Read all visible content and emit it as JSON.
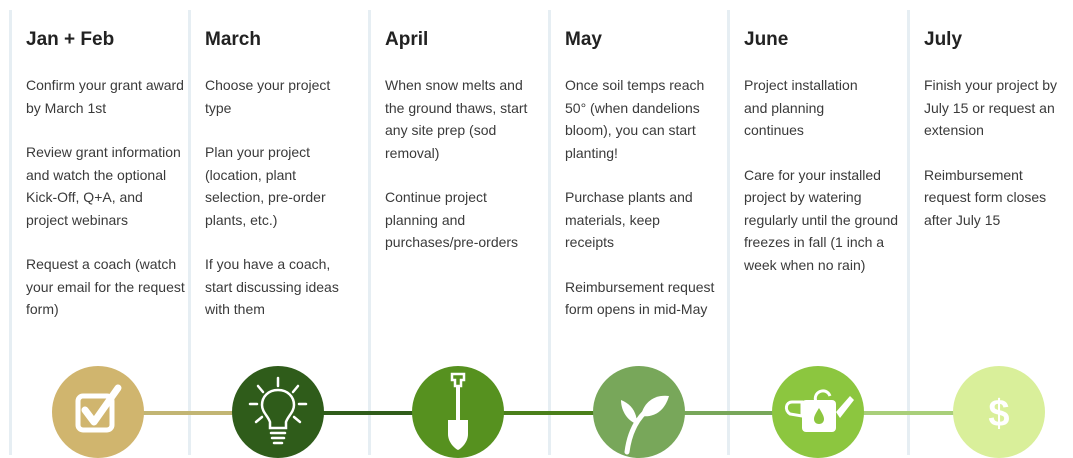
{
  "timeline": [
    {
      "month": "Jan + Feb",
      "paragraphs": [
        "Confirm your grant award by March 1st",
        "Review grant information and watch the optional Kick-Off, Q+A, and project webinars",
        "Request a coach (watch your email for the request form)"
      ],
      "icon": "checkbox-icon",
      "color": "#d0b56e"
    },
    {
      "month": "March",
      "paragraphs": [
        "Choose your project type",
        "Plan your project (location, plant selection, pre-order plants, etc.)",
        "If you have a coach, start discussing ideas with them"
      ],
      "icon": "lightbulb-icon",
      "color": "#2f5c1a"
    },
    {
      "month": "April",
      "paragraphs": [
        "When snow melts and the ground thaws, start any site prep (sod removal)",
        "Continue project planning and purchases/pre-orders"
      ],
      "icon": "shovel-icon",
      "color": "#56911f"
    },
    {
      "month": "May",
      "paragraphs": [
        "Once soil temps reach 50° (when dandelions bloom), you can start planting!",
        "Purchase plants and materials, keep receipts",
        "Reimbursement request form opens in mid-May"
      ],
      "icon": "sprout-icon",
      "color": "#78a75a"
    },
    {
      "month": "June",
      "paragraphs": [
        "Project installation and planning continues",
        "Care for your installed project by watering regularly until the ground freezes in fall (1 inch a week when no rain)"
      ],
      "icon": "watering-can-icon",
      "color": "#8cc63f"
    },
    {
      "month": "July",
      "paragraphs": [
        "Finish your project by July 15 or request an extension",
        "Reimbursement request form closes after July 15"
      ],
      "icon": "dollar-icon",
      "color": "#d9ef9a"
    }
  ],
  "connector_colors": [
    "#c2b573",
    "#2f5c1a",
    "#4a7f1a",
    "#78a75a",
    "#a9cf7a"
  ]
}
